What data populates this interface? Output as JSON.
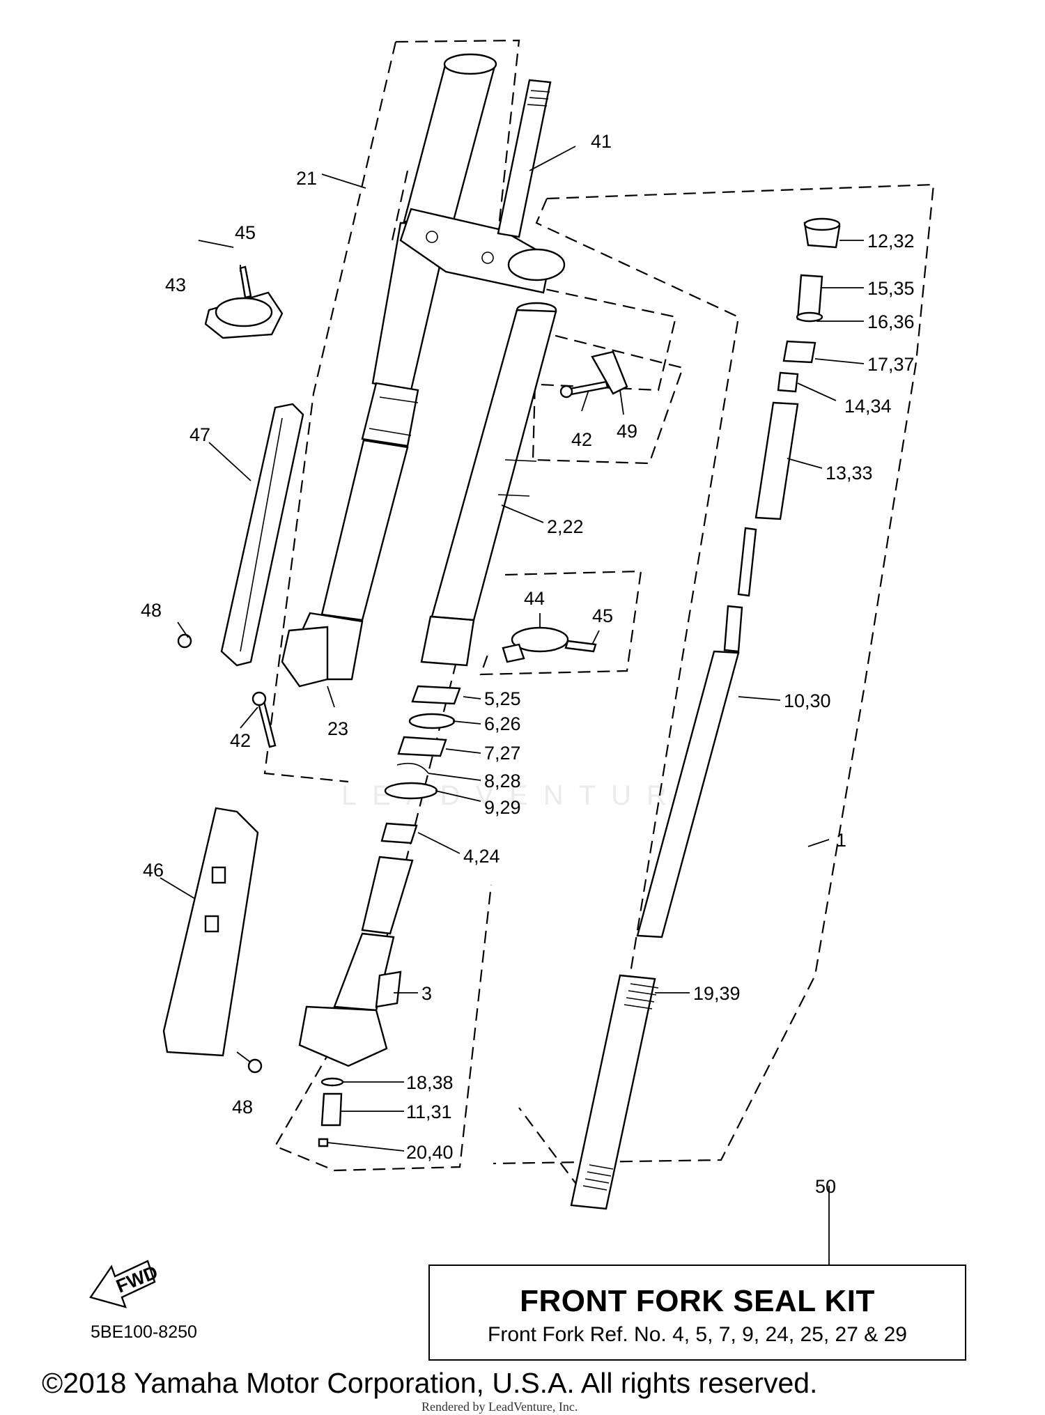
{
  "diagram": {
    "code": "5BE100-8250",
    "fwd_label": "FWD",
    "callouts": {
      "c1": "1",
      "c2_22": "2,22",
      "c3": "3",
      "c4_24": "4,24",
      "c5_25": "5,25",
      "c6_26": "6,26",
      "c7_27": "7,27",
      "c8_28": "8,28",
      "c9_29": "9,29",
      "c10_30": "10,30",
      "c11_31": "11,31",
      "c12_32": "12,32",
      "c13_33": "13,33",
      "c14_34": "14,34",
      "c15_35": "15,35",
      "c16_36": "16,36",
      "c17_37": "17,37",
      "c18_38": "18,38",
      "c19_39": "19,39",
      "c20_40": "20,40",
      "c21": "21",
      "c23": "23",
      "c41": "41",
      "c42a": "42",
      "c42b": "42",
      "c43": "43",
      "c44": "44",
      "c45a": "45",
      "c45b": "45",
      "c46": "46",
      "c47": "47",
      "c48a": "48",
      "c48b": "48",
      "c49": "49",
      "c50": "50"
    }
  },
  "seal_kit": {
    "title": "FRONT FORK SEAL KIT",
    "subtitle": "Front Fork Ref. No. 4, 5, 7, 9, 24, 25, 27 & 29"
  },
  "footer": {
    "copyright": "©2018 Yamaha Motor Corporation, U.S.A. All rights reserved.",
    "rendered_by": "Rendered by LeadVenture, Inc.",
    "watermark": "LEADVENTURE"
  }
}
